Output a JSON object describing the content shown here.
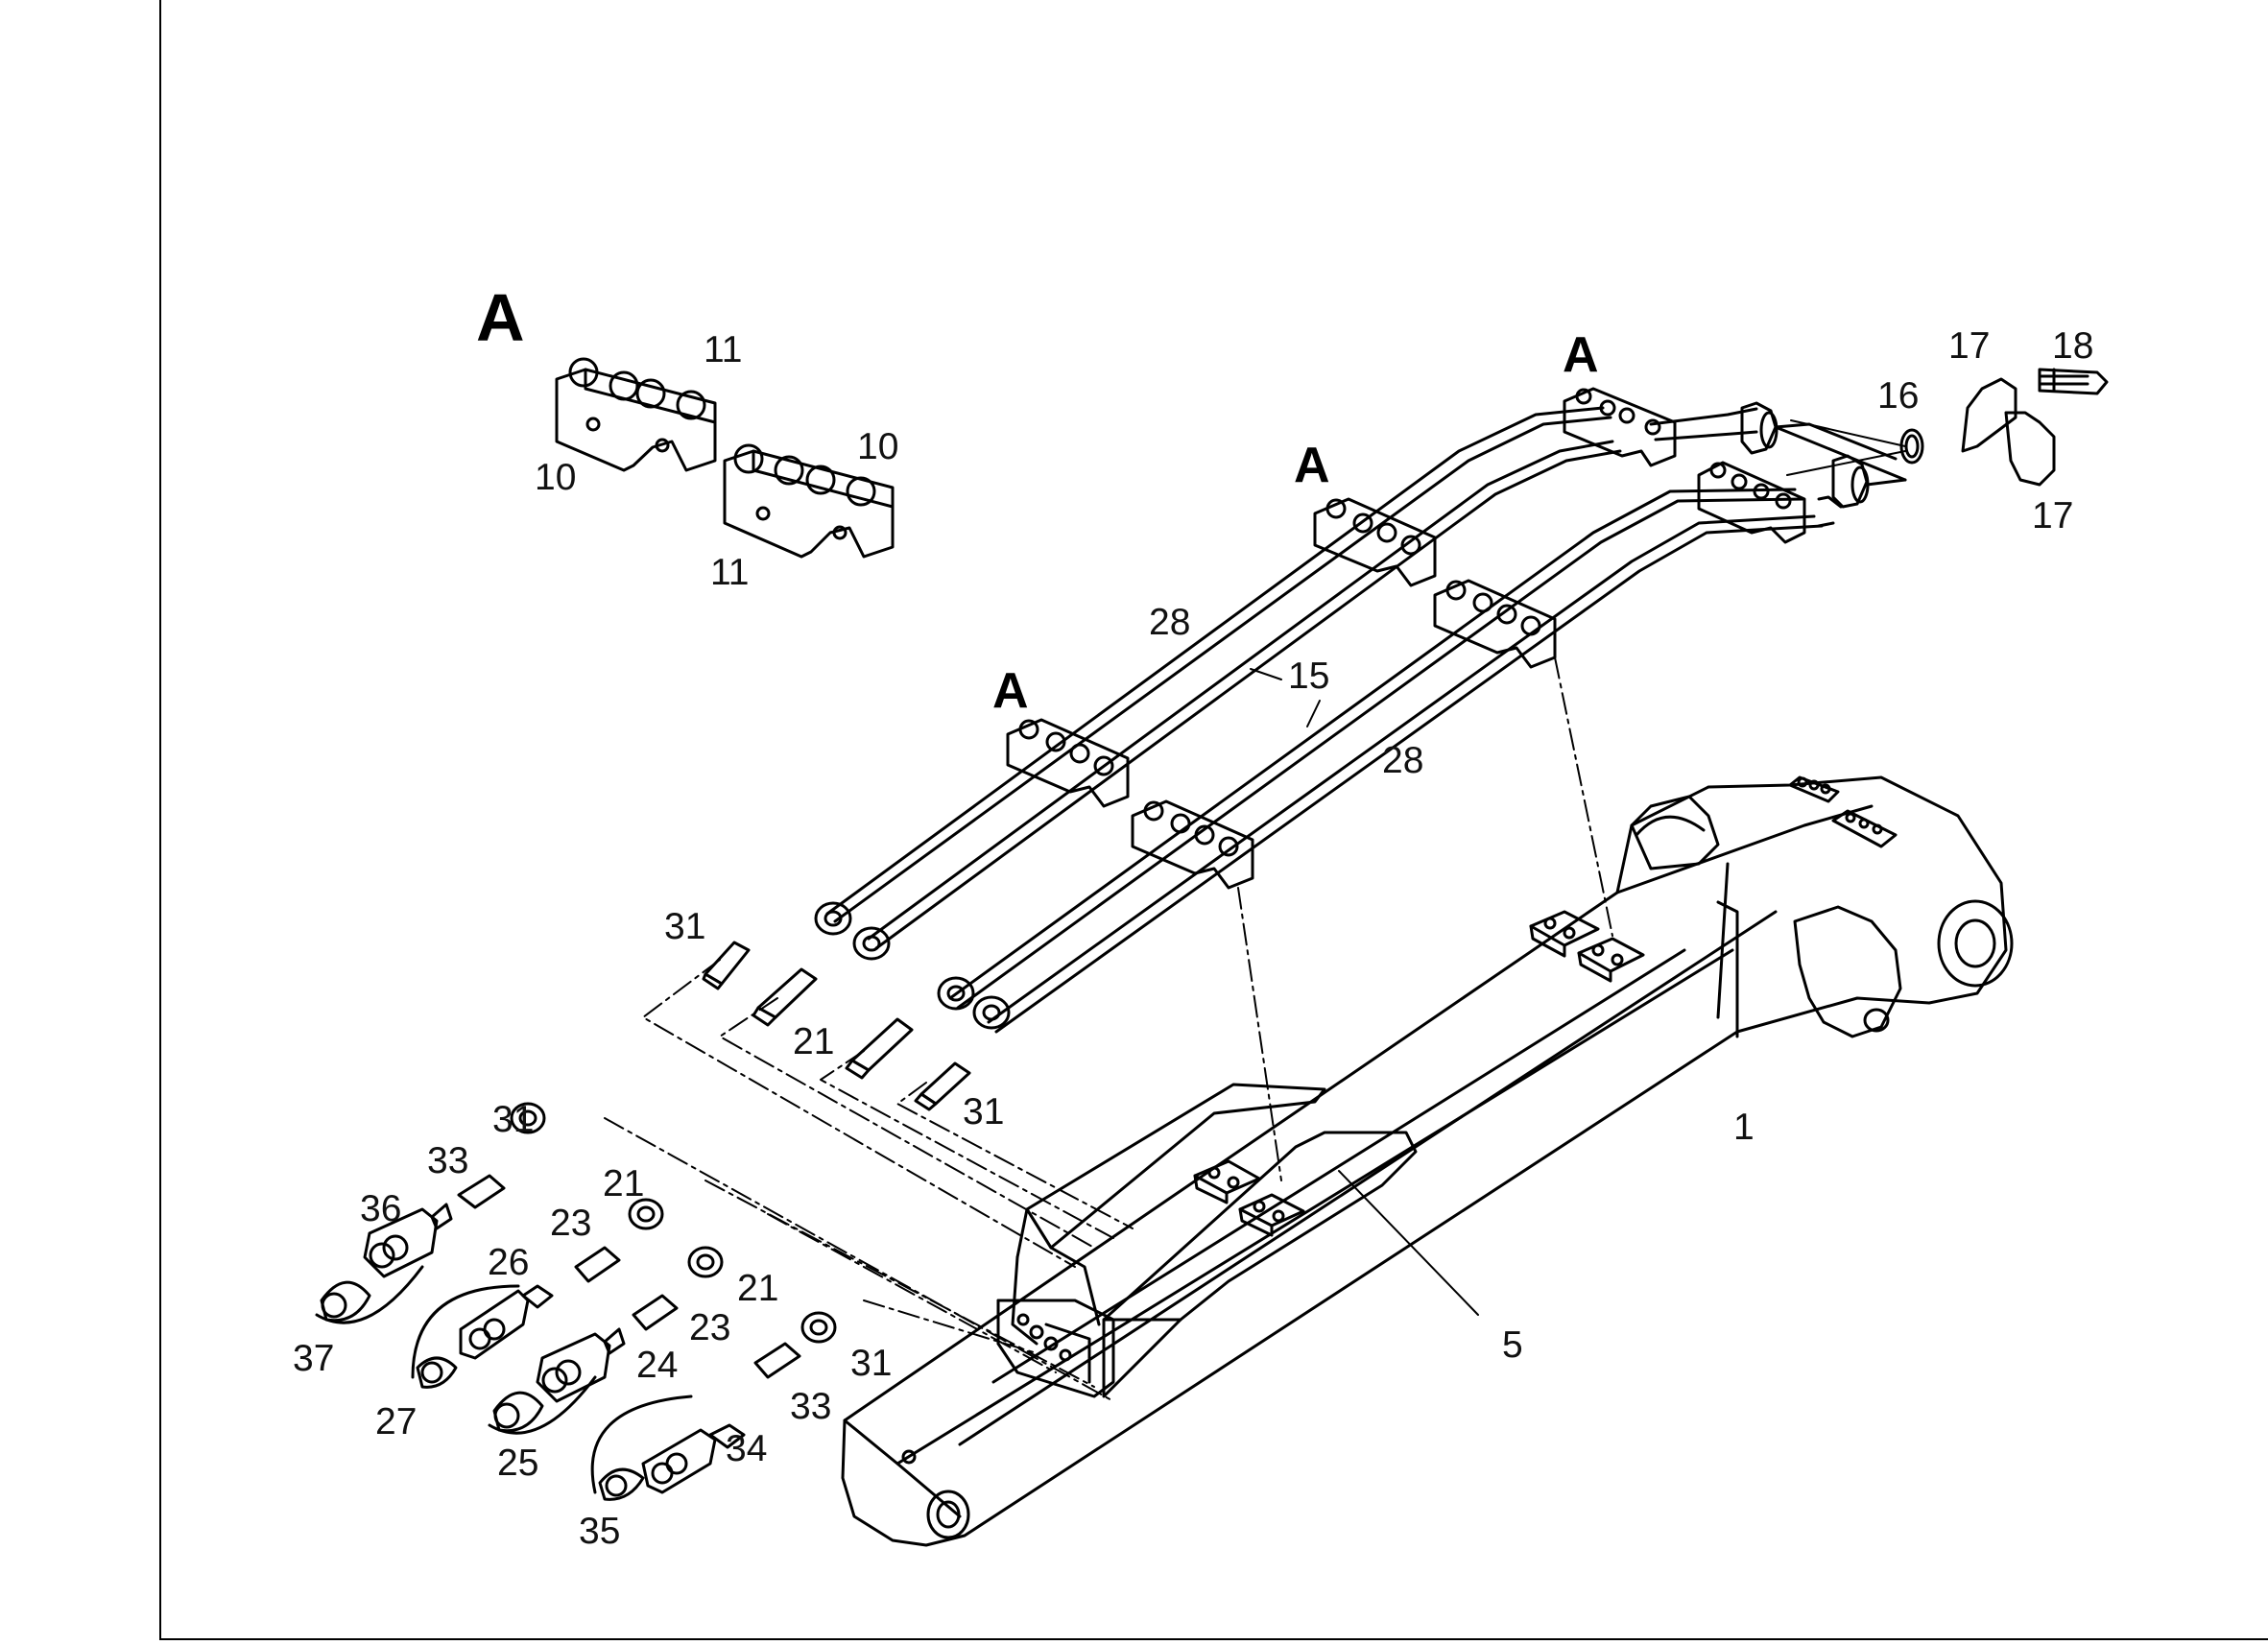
{
  "detail_labels": [
    "A",
    "A",
    "A",
    "A"
  ],
  "callouts": {
    "c1": "1",
    "c5": "5",
    "c10a": "10",
    "c10b": "10",
    "c11a": "11",
    "c11b": "11",
    "c15": "15",
    "c16": "16",
    "c17a": "17",
    "c17b": "17",
    "c18": "18",
    "c21a": "21",
    "c21b": "21",
    "c21c": "21",
    "c23a": "23",
    "c23b": "23",
    "c24": "24",
    "c25": "25",
    "c26": "26",
    "c27": "27",
    "c28a": "28",
    "c28b": "28",
    "c31a": "31",
    "c31b": "31",
    "c31c": "31",
    "c31d": "31",
    "c33a": "33",
    "c33b": "33",
    "c34": "34",
    "c35": "35",
    "c36": "36",
    "c37": "37"
  },
  "colors": {
    "line": "#000000",
    "background": "#ffffff"
  }
}
